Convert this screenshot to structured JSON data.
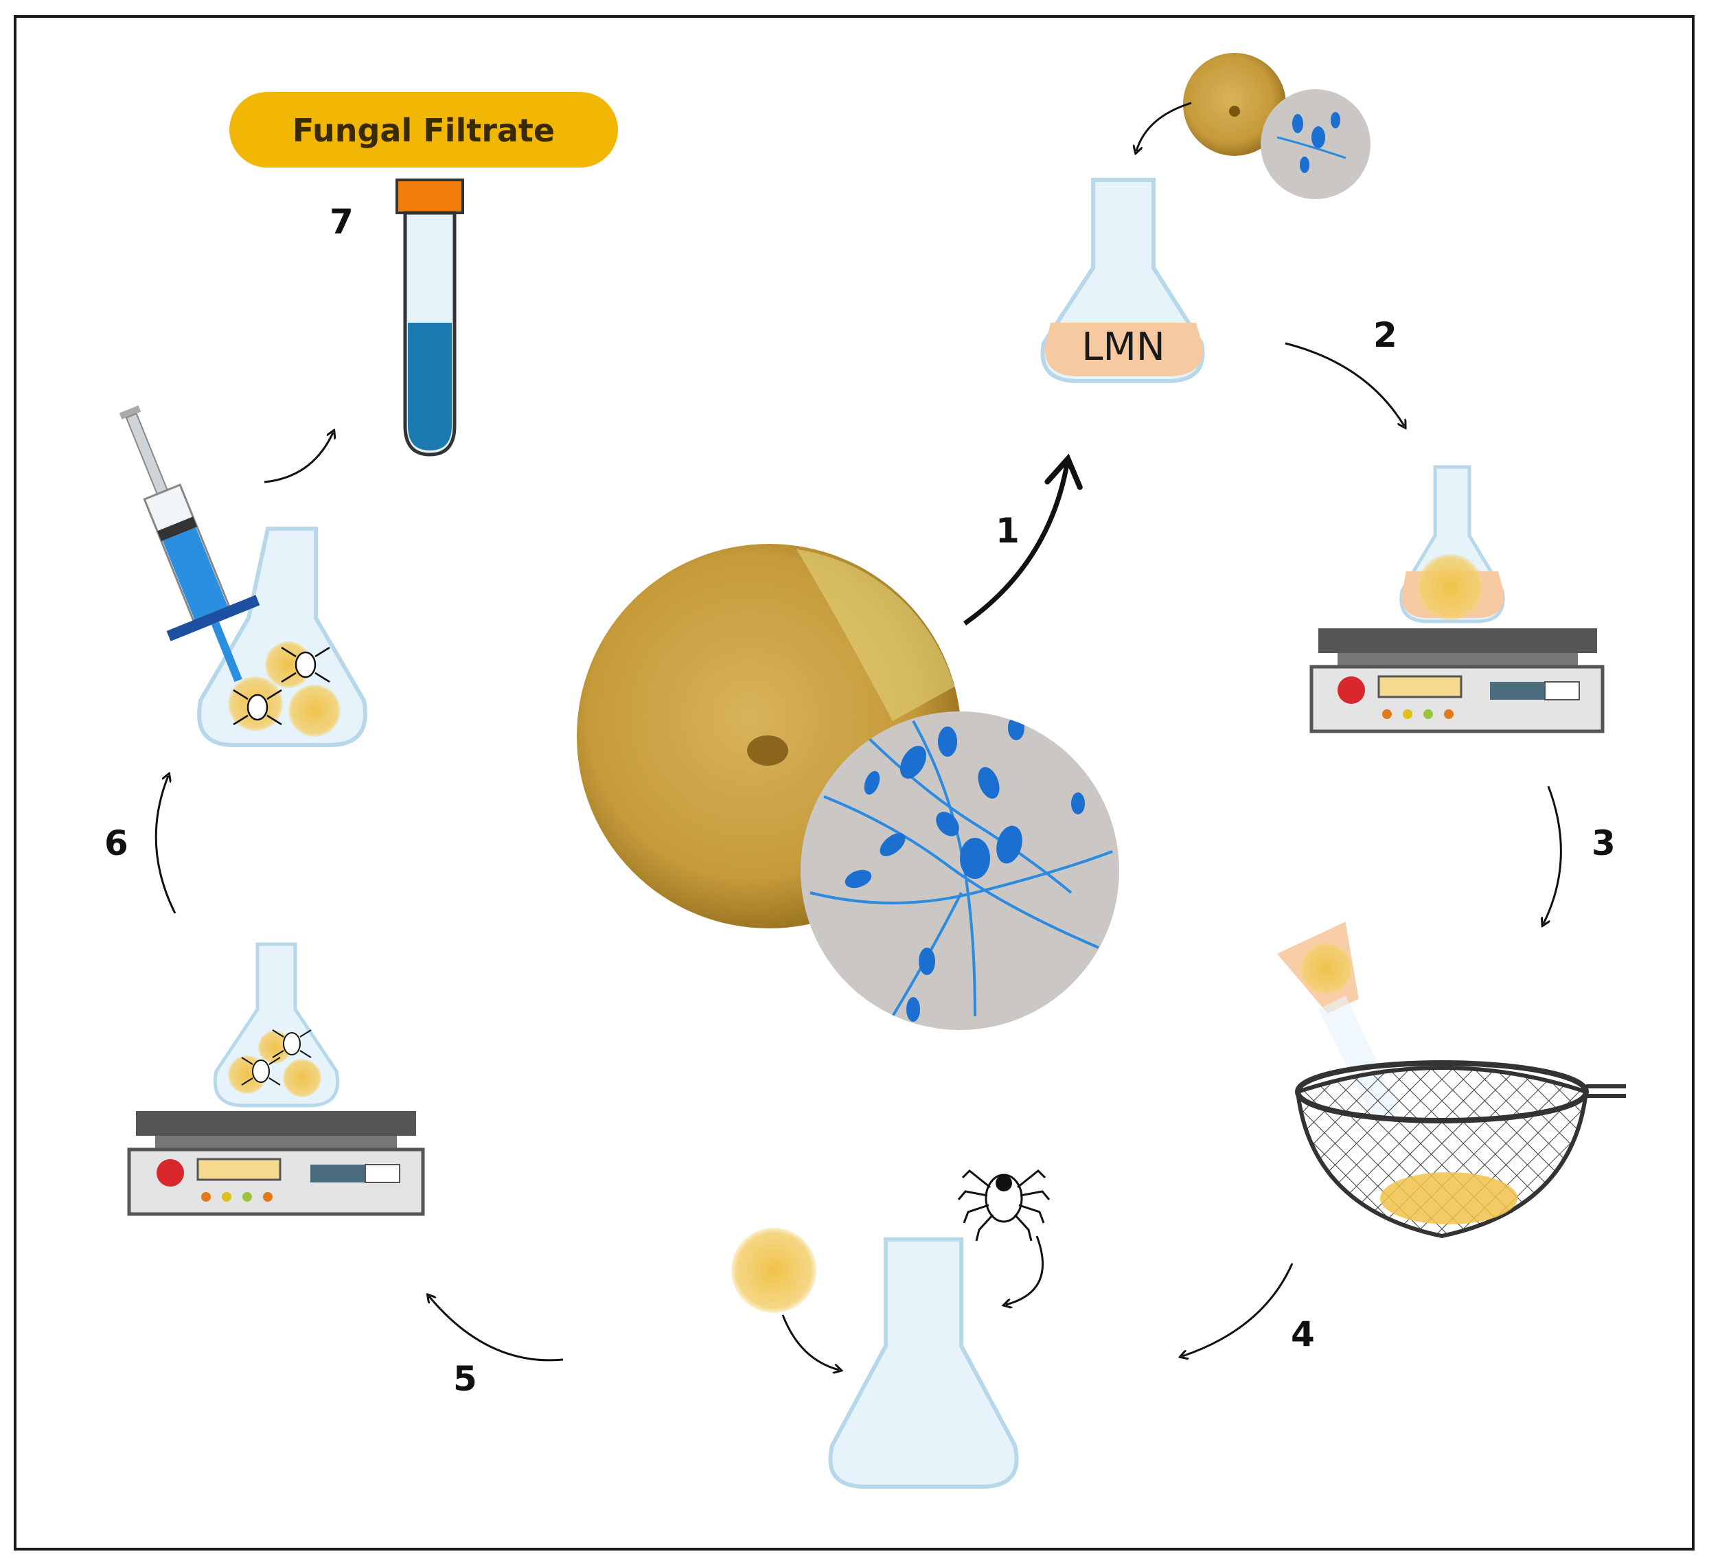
{
  "title_pill": {
    "text": "Fungal Filtrate",
    "color": "#f2b705"
  },
  "flask_label": "LMN",
  "steps": [
    "1",
    "2",
    "3",
    "4",
    "5",
    "6",
    "7"
  ],
  "colors": {
    "arrow": "#111111",
    "medium": "#f7c9a0",
    "fungus": "#f0c24a",
    "colony": "#b8902c",
    "stain": "#1f7fd6",
    "micro_bg": "#c9c6c4",
    "glass": "#e6f3fb",
    "tube_liquid": "#1b7bb0",
    "tube_cap": "#f07d0a"
  },
  "icons": [
    "petri-dish-icon",
    "microscope-view-icon",
    "flask-icon",
    "shaker-icon",
    "strainer-icon",
    "tick-icon",
    "syringe-icon",
    "test-tube-icon"
  ]
}
